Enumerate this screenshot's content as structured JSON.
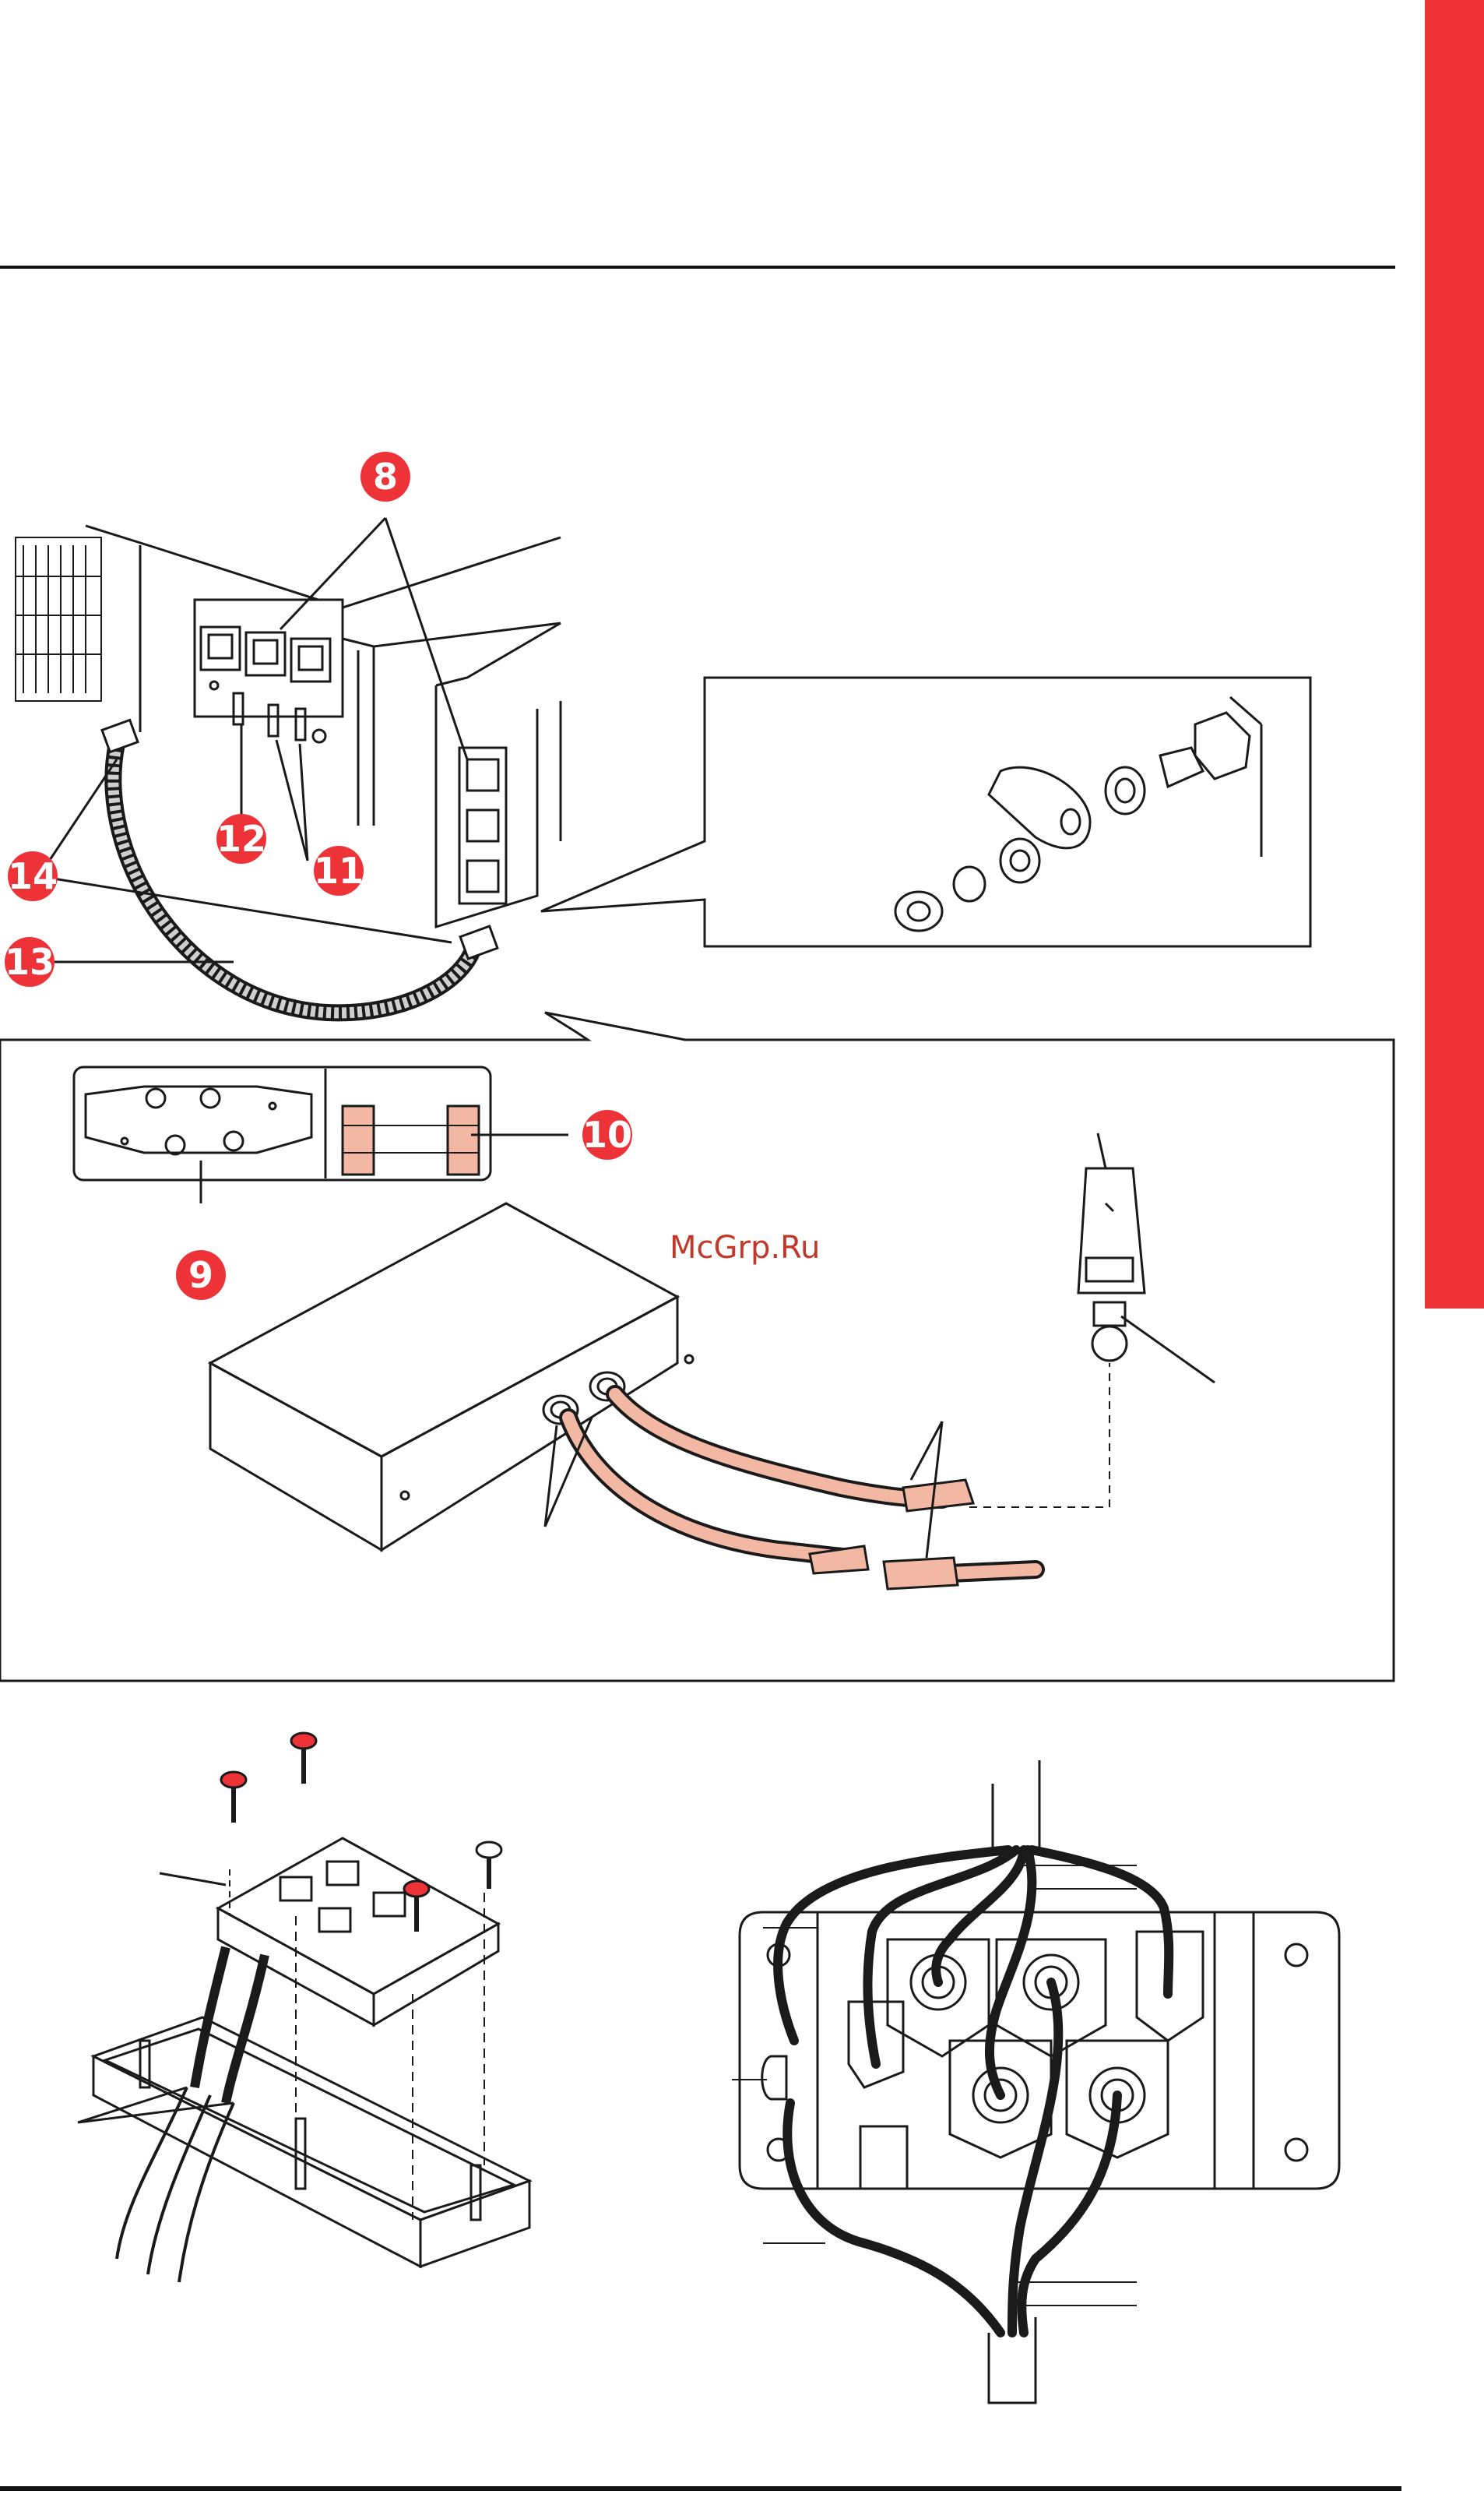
{
  "watermark": "McGrp.Ru",
  "callouts": {
    "c8": "8",
    "c9": "9",
    "c10": "10",
    "c11": "11",
    "c12": "12",
    "c13": "13",
    "c14": "14"
  },
  "colors": {
    "accent_red": "#ee3338",
    "cable_pink": "#f2b8a4",
    "line": "#1a1a1a",
    "watermark": "#c0392b"
  }
}
